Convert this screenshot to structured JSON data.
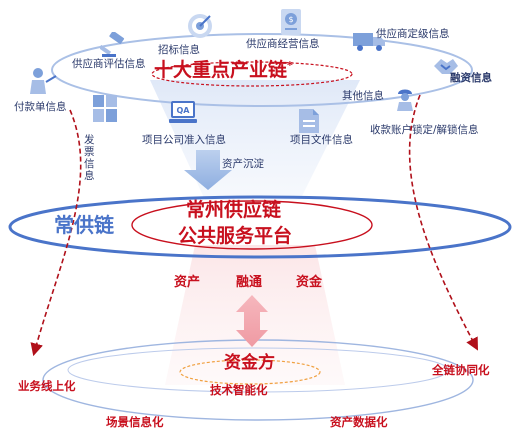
{
  "labels": {
    "zhaobiao": "招标信息",
    "gysjingying": "供应商经营信息",
    "gysdingji": "供应商定级信息",
    "gyspinggu": "供应商评估信息",
    "industry_chain": "十大重点产业链",
    "industry_chain_mark": "*",
    "rongzi": "融资信息",
    "fukuandan": "付款单信息",
    "qita": "其他信息",
    "fapiao": "发票信息",
    "zhunru": "项目公司准入信息",
    "wenjian": "项目文件信息",
    "shoukuan": "收款账户锁定/解锁信息",
    "chendian": "资产沉淀",
    "changgonglian": "常供链",
    "platform_line1": "常州供应链",
    "platform_line2": "公共服务平台",
    "zichan": "资产",
    "rongtong": "融通",
    "zijin": "资金",
    "zijinfang": "资金方",
    "yewu": "业务线上化",
    "jishu": "技术智能化",
    "quanlian": "全链协同化",
    "changjing": "场景信息化",
    "shuju": "资产数据化"
  },
  "icons": {
    "zhaobiao": "target-icon",
    "gysjingying": "money-document-icon",
    "gysdingji": "truck-icon",
    "gyspinggu": "gavel-icon",
    "rongzi": "handshake-icon",
    "fukuandan": "person-presenting-icon",
    "qita": "worker-icon",
    "fapiao": "grid-document-icon",
    "zhunru": "laptop-qa-icon",
    "wenjian": "file-document-icon"
  },
  "colors": {
    "red": "#c8101e",
    "blue": "#4a74c9",
    "text": "#2b3a6b"
  }
}
